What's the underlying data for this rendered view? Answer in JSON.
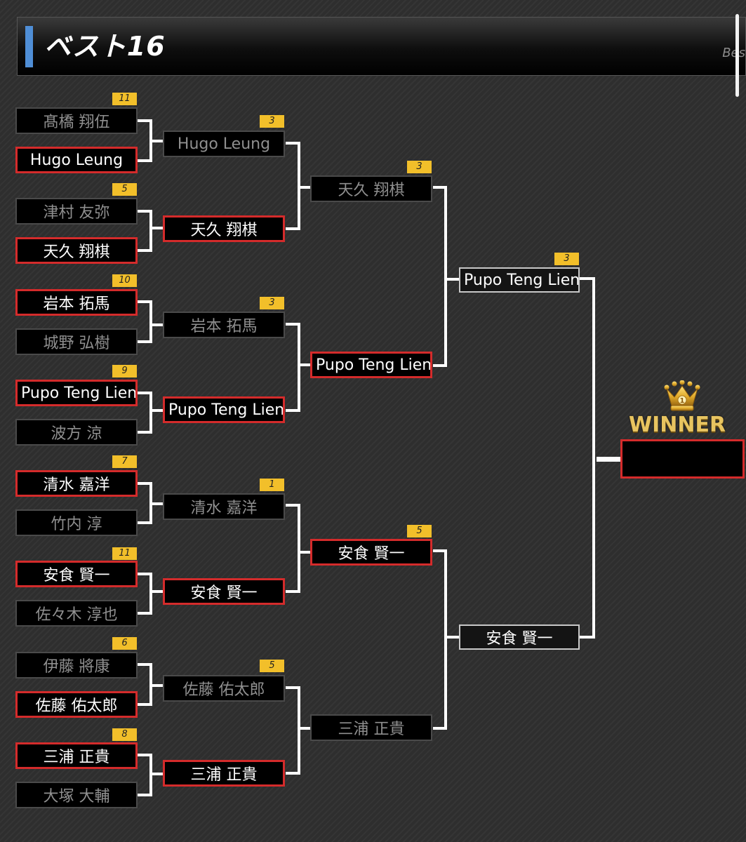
{
  "header": {
    "title": "ベスト16",
    "subtitle": "Bes"
  },
  "icons": {
    "crown": "crown-icon"
  },
  "colors": {
    "winner_border": "#d42b2b",
    "badge": "#f2bf2a",
    "accent": "#4f8ed6"
  },
  "round1": [
    {
      "name": "髙橋 翔伍",
      "score": "11",
      "winner": false
    },
    {
      "name": "Hugo Leung",
      "score": "",
      "winner": true
    },
    {
      "name": "津村 友弥",
      "score": "5",
      "winner": false
    },
    {
      "name": "天久 翔棋",
      "score": "",
      "winner": true
    },
    {
      "name": "岩本 拓馬",
      "score": "10",
      "winner": true
    },
    {
      "name": "城野 弘樹",
      "score": "",
      "winner": false
    },
    {
      "name": "Pupo Teng Lien",
      "score": "9",
      "winner": true
    },
    {
      "name": "波方 涼",
      "score": "",
      "winner": false
    },
    {
      "name": "清水 嘉洋",
      "score": "7",
      "winner": true
    },
    {
      "name": "竹内 淳",
      "score": "",
      "winner": false
    },
    {
      "name": "安食 賢一",
      "score": "11",
      "winner": true
    },
    {
      "name": "佐々木 淳也",
      "score": "",
      "winner": false
    },
    {
      "name": "伊藤 將康",
      "score": "6",
      "winner": false
    },
    {
      "name": "佐藤 佑太郎",
      "score": "",
      "winner": true
    },
    {
      "name": "三浦 正貴",
      "score": "8",
      "winner": true
    },
    {
      "name": "大塚 大輔",
      "score": "",
      "winner": false
    }
  ],
  "round2": [
    {
      "name": "Hugo Leung",
      "score": "3",
      "winner": false
    },
    {
      "name": "天久 翔棋",
      "score": "",
      "winner": true
    },
    {
      "name": "岩本 拓馬",
      "score": "3",
      "winner": false
    },
    {
      "name": "Pupo Teng Lien",
      "score": "",
      "winner": true
    },
    {
      "name": "清水 嘉洋",
      "score": "1",
      "winner": false
    },
    {
      "name": "安食 賢一",
      "score": "",
      "winner": true
    },
    {
      "name": "佐藤 佑太郎",
      "score": "5",
      "winner": false
    },
    {
      "name": "三浦 正貴",
      "score": "",
      "winner": true
    }
  ],
  "round3": [
    {
      "name": "天久 翔棋",
      "score": "3",
      "winner": false
    },
    {
      "name": "Pupo Teng Lien",
      "score": "",
      "winner": true
    },
    {
      "name": "安食 賢一",
      "score": "5",
      "winner": true
    },
    {
      "name": "三浦 正貴",
      "score": "",
      "winner": false
    }
  ],
  "round4": [
    {
      "name": "Pupo Teng Lien",
      "score": "3",
      "winner": false
    },
    {
      "name": "安食 賢一",
      "score": "",
      "winner": false
    }
  ],
  "winner": {
    "label": "WINNER",
    "name": ""
  }
}
